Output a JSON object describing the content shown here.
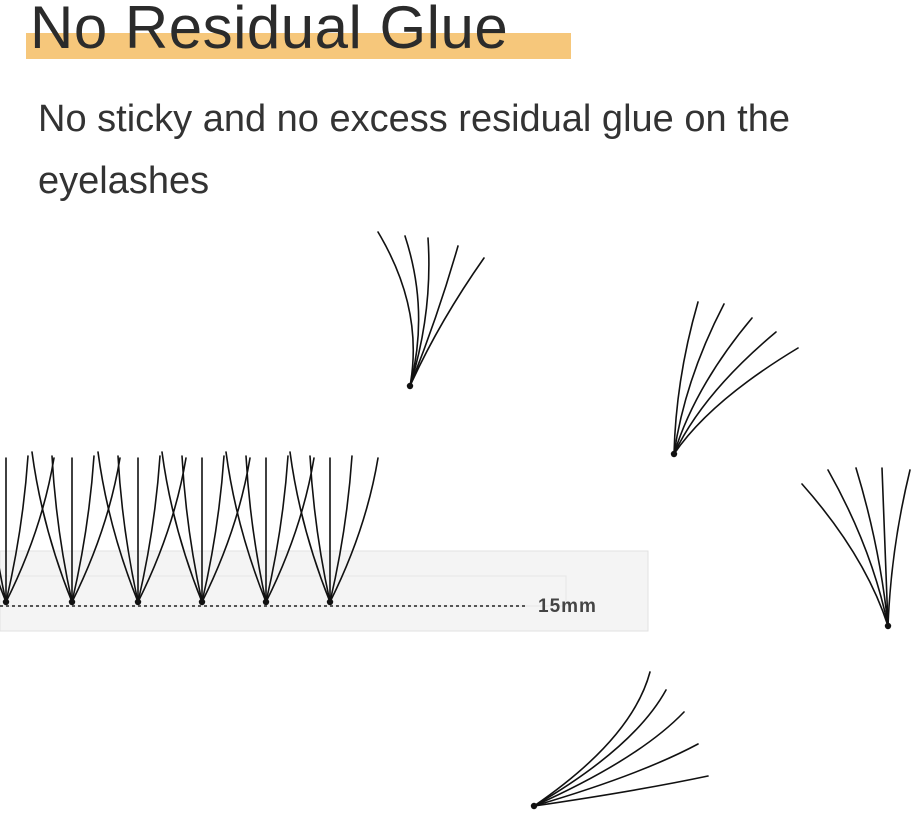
{
  "headline": "No Residual Glue",
  "description": "No sticky and no excess residual glue on the eyelashes",
  "ruler_label": "15mm",
  "colors": {
    "highlight": "#f6c77b",
    "text": "#2b2b2b",
    "lash": "#111111",
    "strip": "#f4f4f4"
  }
}
